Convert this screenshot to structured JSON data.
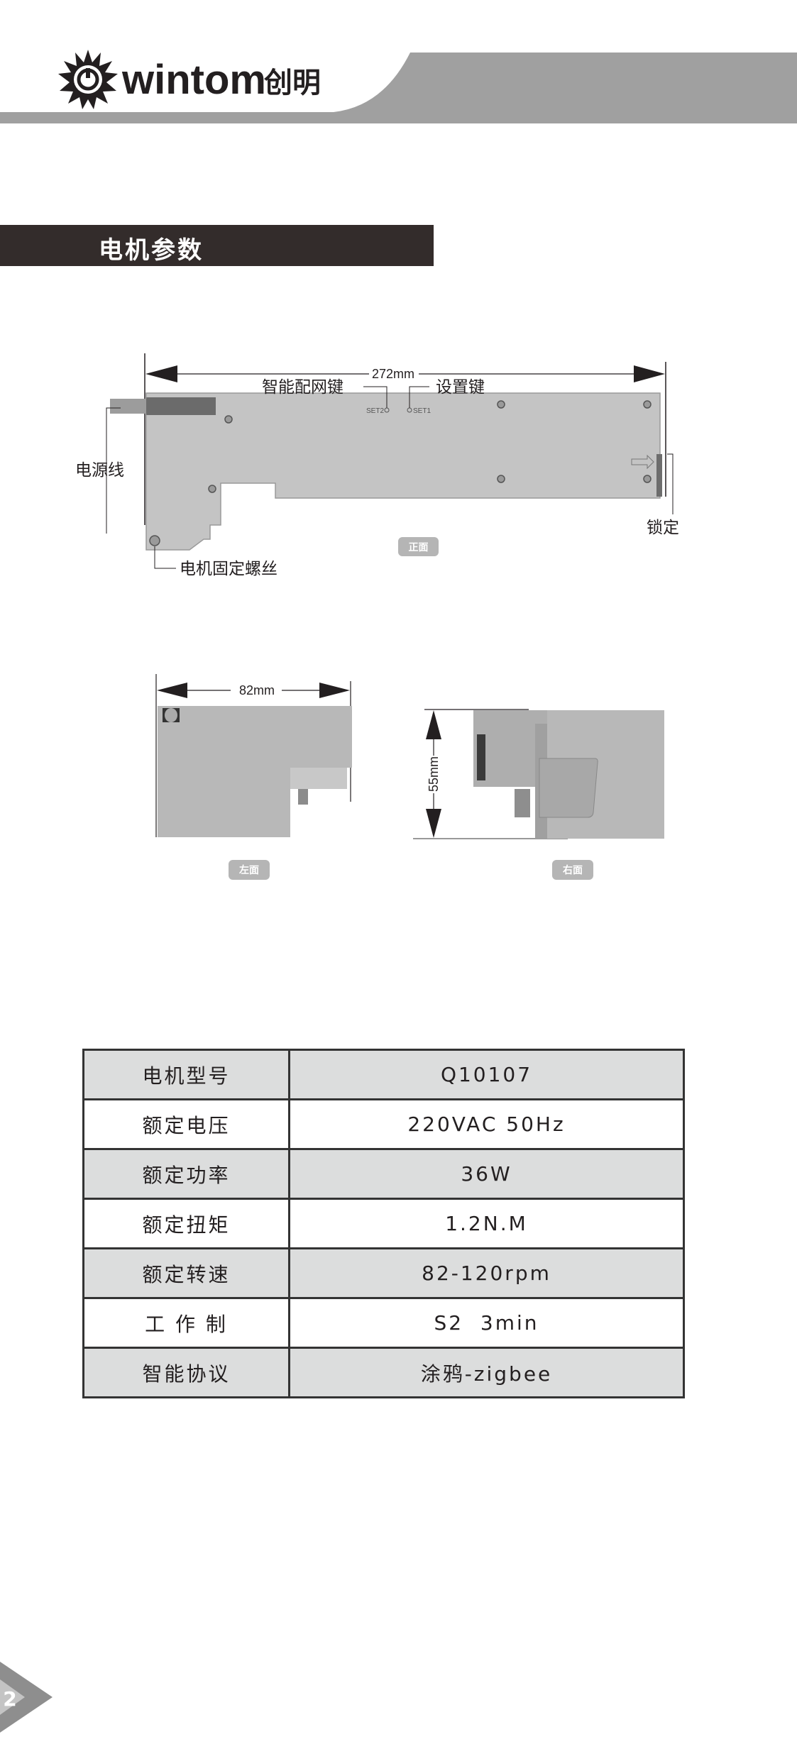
{
  "header": {
    "brand_name": "wintom",
    "brand_name_cn": "创明",
    "band_color": "#a0a0a0"
  },
  "section": {
    "title": "电机参数"
  },
  "front_view": {
    "length_label": "272mm",
    "pairing_key_label": "智能配网键",
    "setting_key_label": "设置键",
    "set2_label": "SET2",
    "set1_label": "SET1",
    "power_cord_label": "电源线",
    "lock_label": "锁定",
    "mount_screw_label": "电机固定螺丝",
    "view_badge": "正面"
  },
  "left_view": {
    "width_label": "82mm",
    "view_badge": "左面"
  },
  "right_view": {
    "height_label": "55mm",
    "view_badge": "右面"
  },
  "specs": {
    "rows": [
      {
        "key": "电机型号",
        "value": "Q10107"
      },
      {
        "key": "额定电压",
        "value": "220VAC 50Hz"
      },
      {
        "key": "额定功率",
        "value": "36W"
      },
      {
        "key": "额定扭矩",
        "value": "1.2N.M"
      },
      {
        "key": "额定转速",
        "value": "82-120rpm"
      },
      {
        "key": "工 作 制",
        "value": "S2  3min"
      },
      {
        "key": "智能协议",
        "value": "涂鸦-zigbee"
      }
    ]
  },
  "footer": {
    "page_number": "2"
  }
}
